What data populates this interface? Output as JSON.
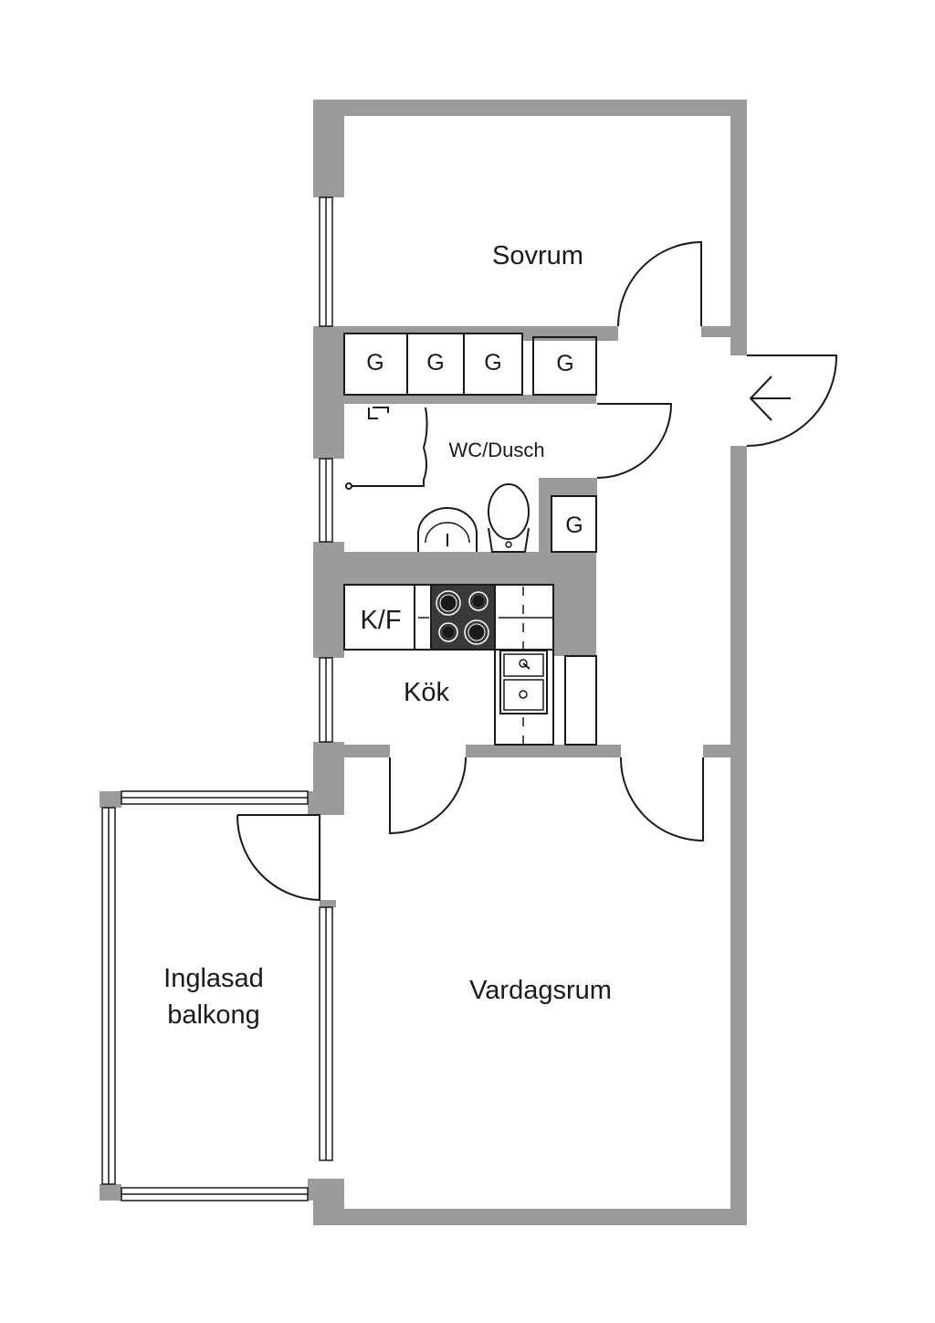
{
  "rooms": {
    "sovrum": "Sovrum",
    "wc": "WC/Dusch",
    "kok": "Kök",
    "vardagsrum": "Vardagsrum",
    "balkong_line1": "Inglasad",
    "balkong_line2": "balkong"
  },
  "fixtures": {
    "wardrobe": "G",
    "fridge_freezer": "K/F"
  },
  "colors": {
    "wall": "#9b9b9b",
    "line": "#1a1a1a",
    "stove": "#3a3a3a"
  },
  "icons": [
    "entrance-arrow-icon",
    "door-swing-icon",
    "sink-icon",
    "toilet-icon",
    "stove-icon",
    "shower-icon"
  ]
}
